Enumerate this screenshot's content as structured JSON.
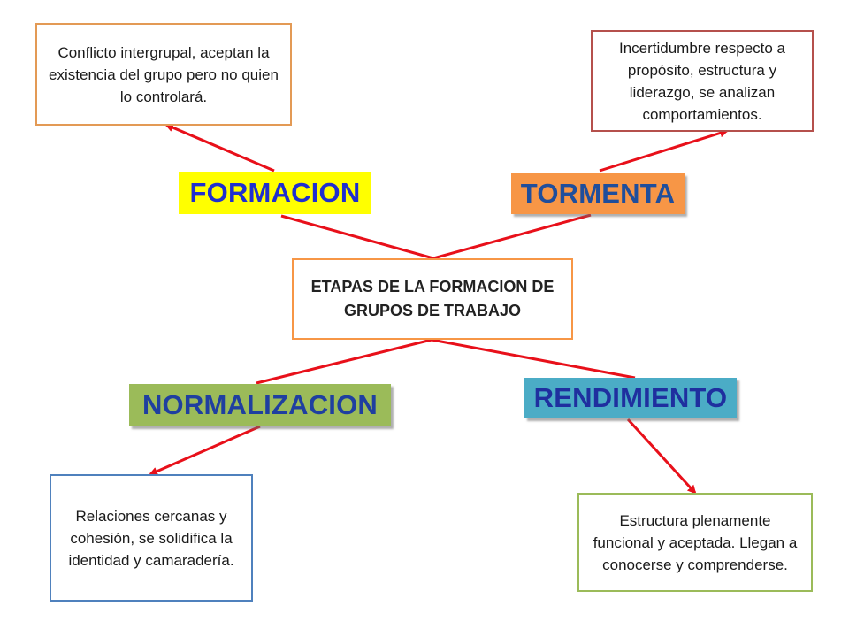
{
  "center": {
    "text": "ETAPAS DE LA FORMACION DE GRUPOS DE TRABAJO"
  },
  "stages": {
    "formacion": {
      "label": "FORMACION",
      "bg": "#ffff00",
      "color": "#1f2fcf"
    },
    "tormenta": {
      "label": "TORMENTA",
      "bg": "#f79646",
      "color": "#1f4e9c"
    },
    "normalizacion": {
      "label": "NORMALIZACION",
      "bg": "#9bbb59",
      "color": "#1f3fa0"
    },
    "rendimiento": {
      "label": "RENDIMIENTO",
      "bg": "#4bacc6",
      "color": "#1f2f9f"
    }
  },
  "descriptions": {
    "formacion": {
      "text": "Conflicto intergrupal, aceptan la existencia del grupo pero no quien lo controlará.",
      "border": "#e39a55"
    },
    "tormenta": {
      "text": "Incertidumbre respecto a propósito, estructura y liderazgo, se analizan comportamientos.",
      "border": "#b5504c"
    },
    "normalizacion": {
      "text": "Relaciones cercanas y cohesión, se solidifica la identidad y camaradería.",
      "border": "#4f81bd"
    },
    "rendimiento": {
      "text": "Estructura plenamente funcional y aceptada. Llegan a conocerse y comprenderse.",
      "border": "#9bbb59"
    }
  },
  "connector_color": "#e8101a"
}
